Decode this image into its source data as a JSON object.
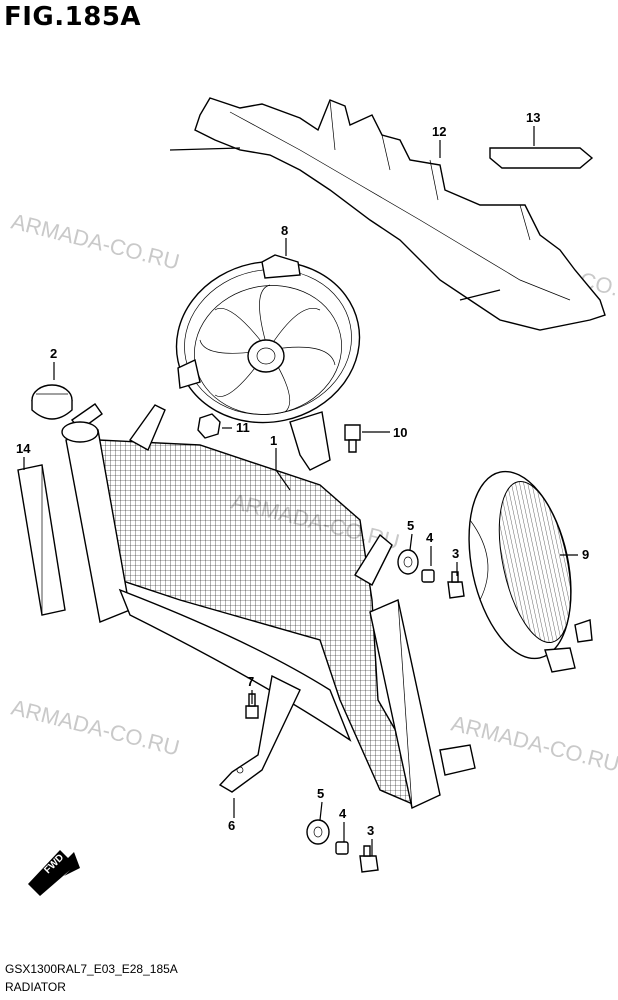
{
  "figure": {
    "title": "FIG.185A",
    "code": "GSX1300RAL7_E03_E28_185A",
    "name": "RADIATOR"
  },
  "watermark": "ARMADA-CO.RU",
  "fwd_label": "FWD",
  "callouts": [
    {
      "id": "c1",
      "label": "1"
    },
    {
      "id": "c2",
      "label": "2"
    },
    {
      "id": "c3a",
      "label": "3"
    },
    {
      "id": "c3b",
      "label": "3"
    },
    {
      "id": "c4a",
      "label": "4"
    },
    {
      "id": "c4b",
      "label": "4"
    },
    {
      "id": "c5a",
      "label": "5"
    },
    {
      "id": "c5b",
      "label": "5"
    },
    {
      "id": "c6",
      "label": "6"
    },
    {
      "id": "c7",
      "label": "7"
    },
    {
      "id": "c8",
      "label": "8"
    },
    {
      "id": "c9",
      "label": "9"
    },
    {
      "id": "c10",
      "label": "10"
    },
    {
      "id": "c11",
      "label": "11"
    },
    {
      "id": "c12",
      "label": "12"
    },
    {
      "id": "c13",
      "label": "13"
    },
    {
      "id": "c14",
      "label": "14"
    }
  ]
}
